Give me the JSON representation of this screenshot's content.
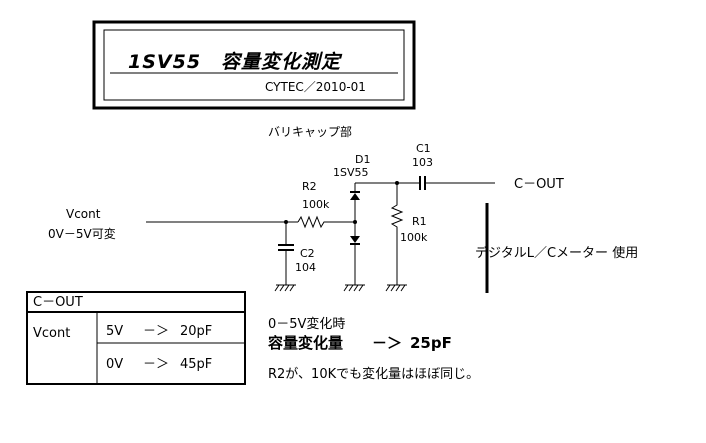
{
  "title_box": {
    "title": "1SV55　容量変化測定",
    "subtitle": "CYTEC／2010-01"
  },
  "section_label": "バリキャップ部",
  "schematic": {
    "d1_ref": "D1",
    "d1_part": "1SV55",
    "c1_ref": "C1",
    "c1_value": "103",
    "output_label": "C－OUT",
    "r2_ref": "R2",
    "r2_value": "100k",
    "r1_ref": "R1",
    "r1_value": "100k",
    "c2_ref": "C2",
    "c2_value": "104",
    "input_label": "Vcont",
    "input_range": "0V－5V可変",
    "meter_label": "デジタルL／Cメーター 使用"
  },
  "table": {
    "header": "C－OUT",
    "row_label": "Vcont",
    "rows": [
      {
        "voltage": "5V",
        "arrow": "－＞",
        "capacitance": "20pF"
      },
      {
        "voltage": "0V",
        "arrow": "－＞",
        "capacitance": "45pF"
      }
    ]
  },
  "notes": {
    "range": "0－5V変化時",
    "change_label": "容量変化量",
    "change_arrow": "－＞",
    "change_value": "25pF",
    "remark": "R2が、10Kでも変化量はほぼ同じ。"
  }
}
